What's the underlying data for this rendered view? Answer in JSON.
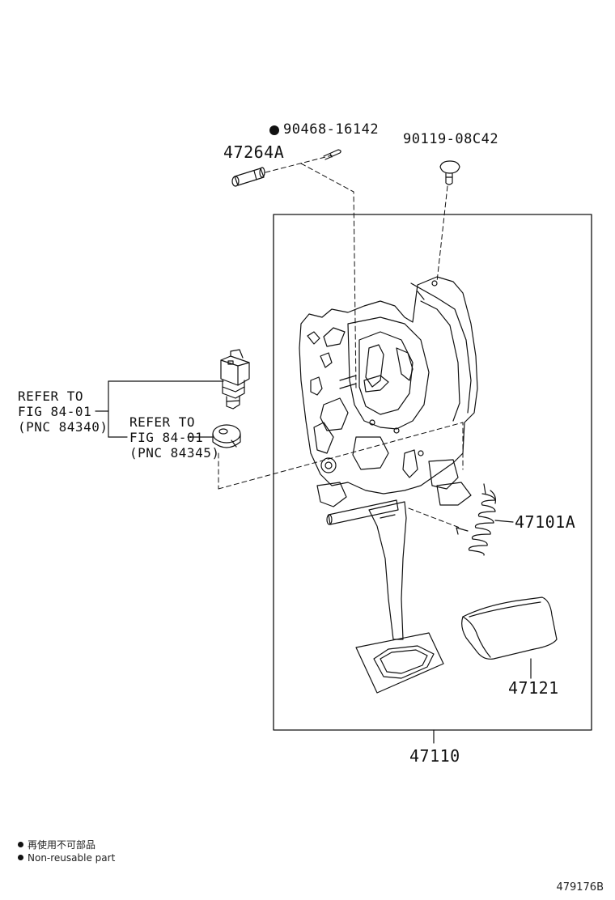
{
  "parts": {
    "pin": "47264A",
    "clip": "90468-16142",
    "bolt": "90119-08C42",
    "spring": "47101A",
    "pad": "47121",
    "pedal_assy": "47110"
  },
  "references": {
    "switch": [
      "REFER TO",
      "FIG 84-01",
      "(PNC 84340)"
    ],
    "cushion": [
      "REFER TO",
      "FIG 84-01",
      "(PNC 84345)"
    ]
  },
  "legend": {
    "jp": "再使用不可部品",
    "en": "Non-reusable part"
  },
  "figure_number": "479176B"
}
